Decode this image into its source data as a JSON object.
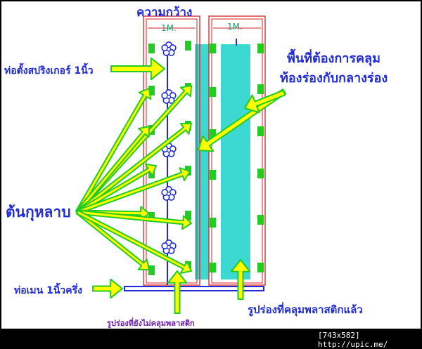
{
  "title": "ความกว้าง",
  "bed_width_label_left": "1M.",
  "bed_width_label_right": "1M.",
  "label_sprinkler_pipe": "ท่อตั้งสปริงเกอร์ 1นิ้ว",
  "label_area_line1": "พื้นที่ต้องการคลุม",
  "label_area_line2": "ท้องร่องกับกลางร่อง",
  "label_rose": "ต้นกุหลาบ",
  "label_main_pipe": "ท่อเมน 1นิ้วครึ่ง",
  "label_covered": "รูปร่องที่คลุมพลาสติกแล้ว",
  "label_uncovered": "รูปร่องที่ยังไม่คลุมพลาสติก",
  "image_caption": "[743x582] http://upic.me/",
  "colors": {
    "text_blue": "#1f2ad8",
    "arrow_fill": "#ffff00",
    "arrow_outline": "#22cc22",
    "bed_outline": "#d62020",
    "cover": "#3cd9d2",
    "marker": "#22cc22",
    "pipe": "#1f2ad8",
    "dimension": "#1aa36a"
  }
}
